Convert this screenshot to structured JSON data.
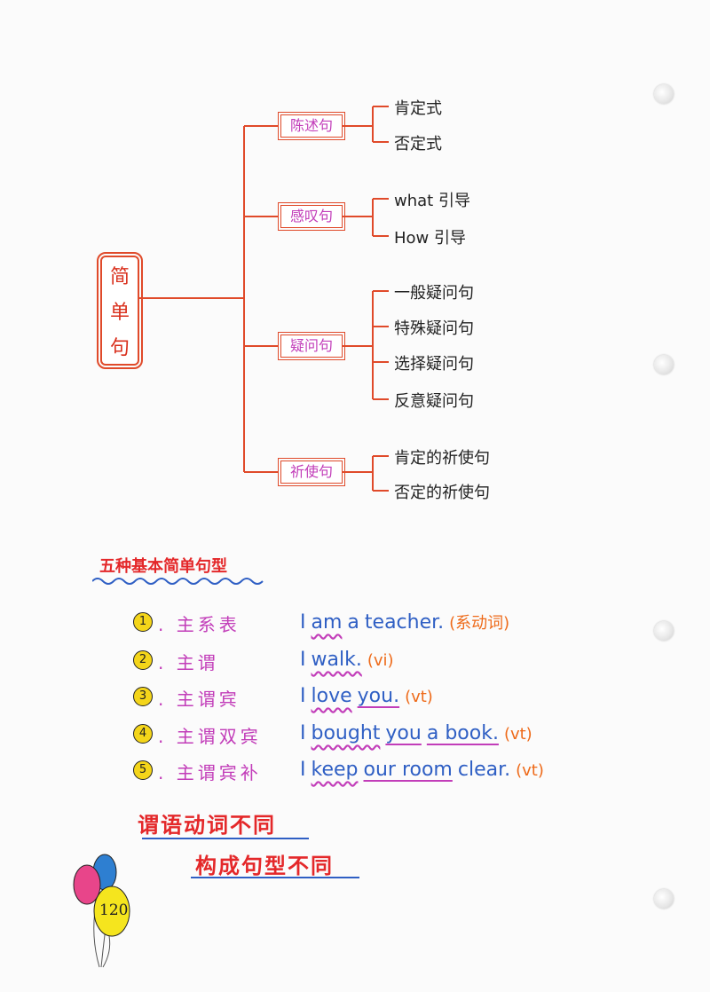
{
  "mindmap": {
    "root": "简单句",
    "categories": [
      {
        "label": "陈述句",
        "items": [
          "肯定式",
          "否定式"
        ]
      },
      {
        "label": "感叹句",
        "items": [
          "what 引导",
          "How 引导"
        ]
      },
      {
        "label": "疑问句",
        "items": [
          "一般疑问句",
          "特殊疑问句",
          "选择疑问句",
          "反意疑问句"
        ]
      },
      {
        "label": "祈使句",
        "items": [
          "肯定的祈使句",
          "否定的祈使句"
        ]
      }
    ]
  },
  "patterns": {
    "title": "五种基本简单句型",
    "rows": [
      {
        "num": "1",
        "pattern": "主系表",
        "words": [
          [
            "I",
            ""
          ],
          [
            "am",
            "wave"
          ],
          [
            "a",
            ""
          ],
          [
            "teacher.",
            ""
          ]
        ],
        "note": "(系动词)"
      },
      {
        "num": "2",
        "pattern": "主谓",
        "words": [
          [
            "I",
            ""
          ],
          [
            "walk.",
            "wave"
          ]
        ],
        "note": "(vi)"
      },
      {
        "num": "3",
        "pattern": "主谓宾",
        "words": [
          [
            "I",
            ""
          ],
          [
            "love",
            "wave"
          ],
          [
            "you.",
            "line"
          ]
        ],
        "note": "(vt)"
      },
      {
        "num": "4",
        "pattern": "主谓双宾",
        "words": [
          [
            "I",
            ""
          ],
          [
            "bought",
            "wave"
          ],
          [
            "you",
            "line"
          ],
          [
            "a book.",
            "line"
          ]
        ],
        "note": "(vt)"
      },
      {
        "num": "5",
        "pattern": "主谓宾补",
        "words": [
          [
            "I",
            ""
          ],
          [
            "keep",
            "wave"
          ],
          [
            "our room",
            "line"
          ],
          [
            "clear.",
            ""
          ]
        ],
        "note": "(vt)"
      }
    ]
  },
  "conclusion": {
    "line1": "谓语动词不同",
    "line2": "构成句型不同"
  },
  "page_number": "120",
  "colors": {
    "line": "#e04a2a",
    "purple": "#c23db9",
    "blue": "#2f5fc4",
    "red": "#e4282a",
    "orange": "#ee6a19"
  }
}
